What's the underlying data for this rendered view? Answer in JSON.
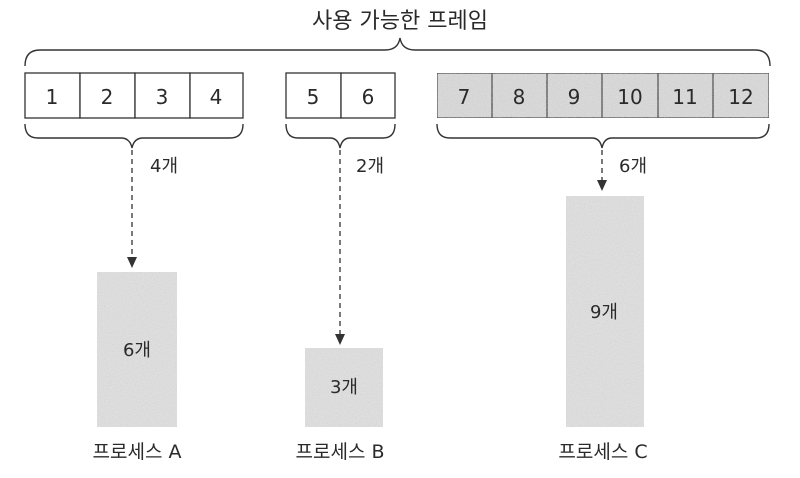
{
  "diagram": {
    "title": "사용 가능한 프레임",
    "colors": {
      "line": "#333333",
      "frame_fill_default": "#ffffff",
      "frame_fill_shaded": "#dcdcdc",
      "process_fill": "#e2e2e2"
    },
    "groups": [
      {
        "id": "a",
        "frames": [
          "1",
          "2",
          "3",
          "4"
        ],
        "allocation_label": "4개",
        "shaded": false
      },
      {
        "id": "b",
        "frames": [
          "5",
          "6"
        ],
        "allocation_label": "2개",
        "shaded": false
      },
      {
        "id": "c",
        "frames": [
          "7",
          "8",
          "9",
          "10",
          "11",
          "12"
        ],
        "allocation_label": "6개",
        "shaded": true
      }
    ],
    "processes": [
      {
        "id": "a",
        "name": "프로세스 A",
        "size_label": "6개"
      },
      {
        "id": "b",
        "name": "프로세스 B",
        "size_label": "3개"
      },
      {
        "id": "c",
        "name": "프로세스 C",
        "size_label": "9개"
      }
    ]
  }
}
